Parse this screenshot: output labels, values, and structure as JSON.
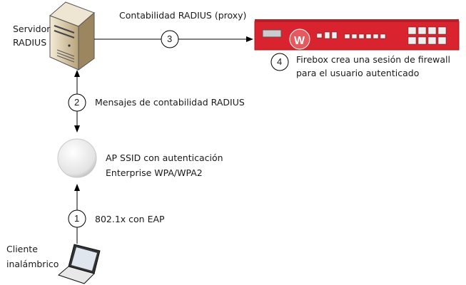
{
  "nodes": {
    "server": {
      "line1": "Servidor",
      "line2": "RADIUS"
    },
    "ap": {
      "line1": "AP SSID con autenticación",
      "line2": "Enterprise WPA/WPA2"
    },
    "client": {
      "line1": "Cliente",
      "line2": "inalámbrico"
    },
    "firebox": {
      "brand_color": "#d9232e"
    }
  },
  "steps": [
    {
      "num": "1",
      "label": "802.1x con EAP"
    },
    {
      "num": "2",
      "label": "Mensajes de contabilidad RADIUS"
    },
    {
      "num": "3",
      "label": "Contabilidad RADIUS (proxy)"
    },
    {
      "num": "4",
      "line1": "Firebox crea una sesión de firewall",
      "line2": "para el usuario autenticado"
    }
  ]
}
